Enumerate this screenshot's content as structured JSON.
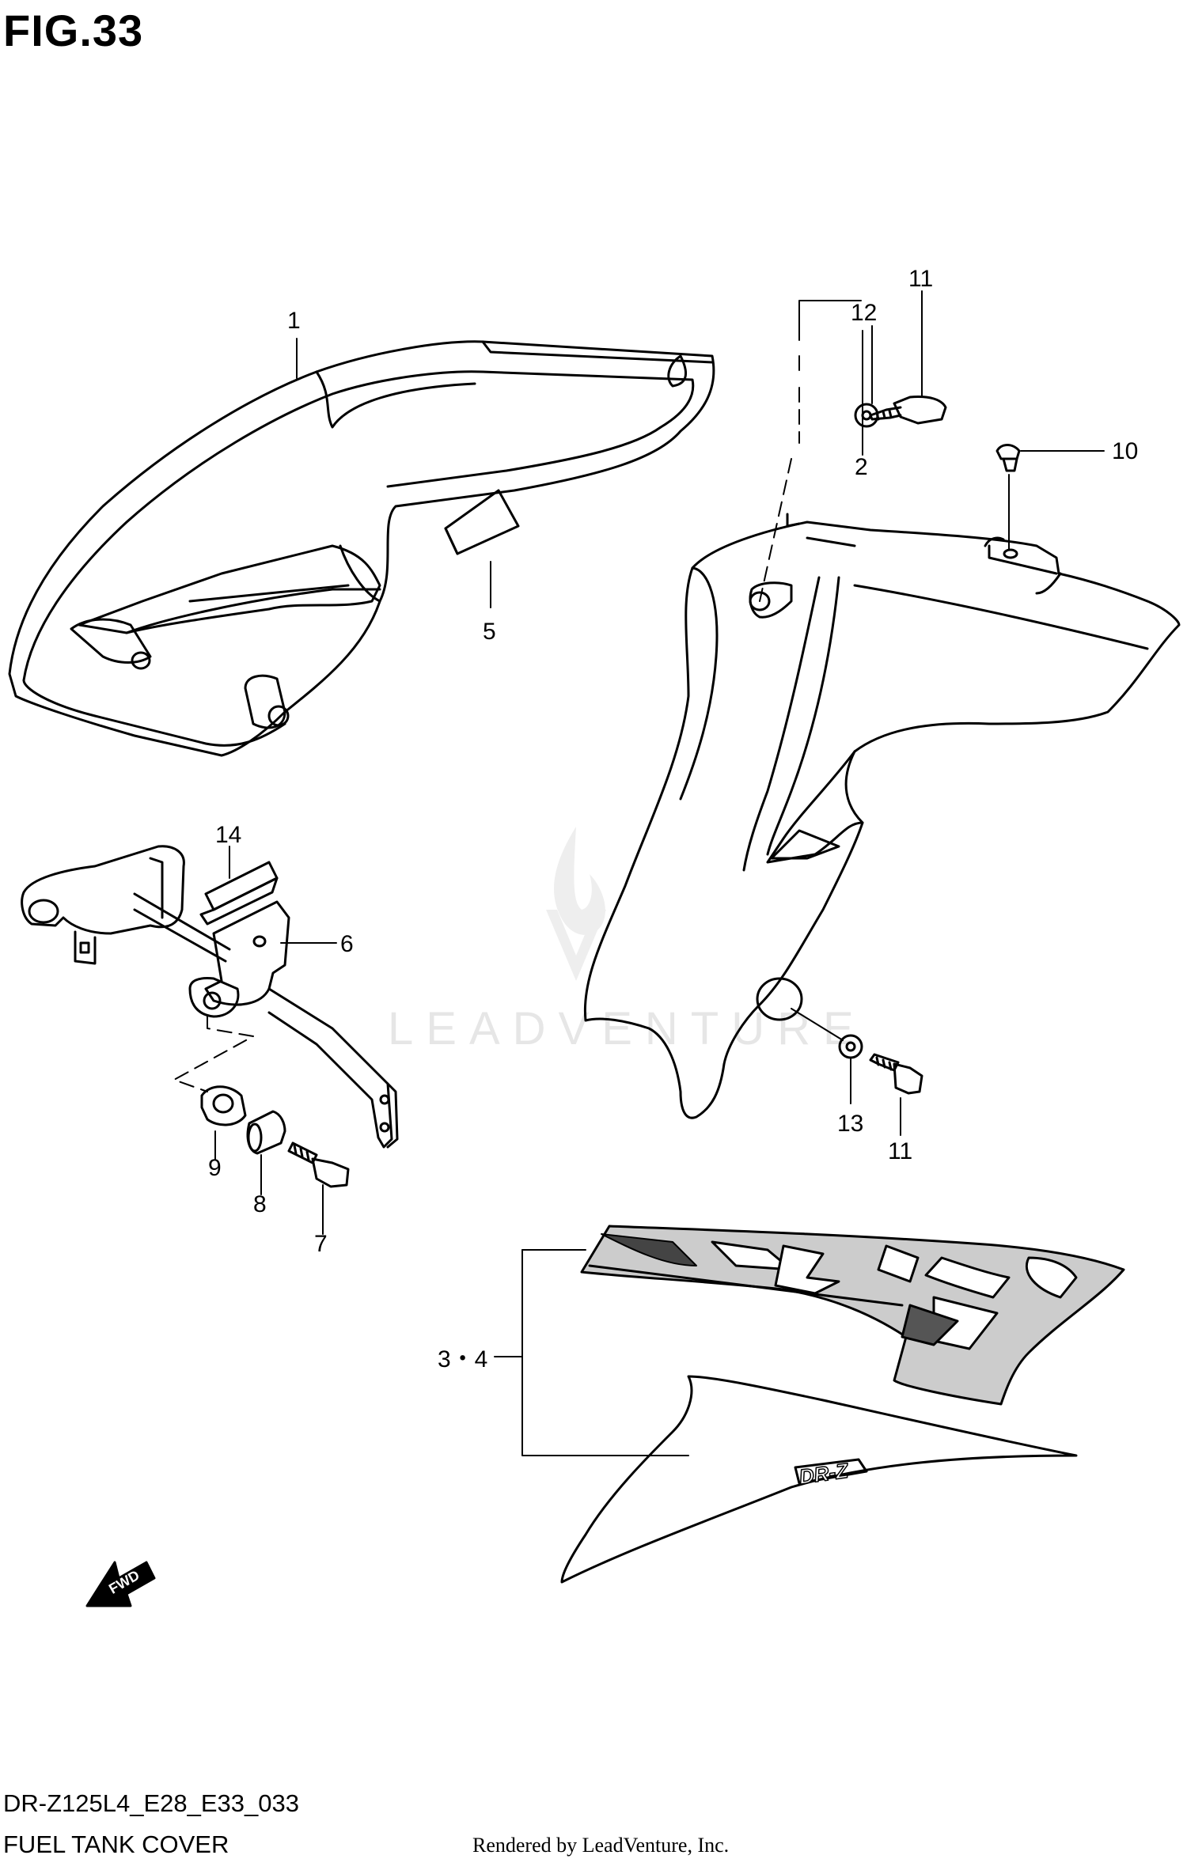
{
  "header": {
    "figure_label": "FIG.33"
  },
  "footer": {
    "model_code": "DR-Z125L4_E28_E33_033",
    "section_title": "FUEL TANK COVER",
    "rendered_by": "Rendered by LeadVenture, Inc."
  },
  "watermark": {
    "text": "LEADVENTURE"
  },
  "direction_marker": {
    "text": "FWD"
  },
  "decal_text": "DR-Z",
  "callouts": [
    {
      "id": "1",
      "label": "1"
    },
    {
      "id": "2",
      "label": "2"
    },
    {
      "id": "3-4",
      "label": "3・4"
    },
    {
      "id": "5",
      "label": "5"
    },
    {
      "id": "6",
      "label": "6"
    },
    {
      "id": "7",
      "label": "7"
    },
    {
      "id": "8",
      "label": "8"
    },
    {
      "id": "9",
      "label": "9"
    },
    {
      "id": "10",
      "label": "10"
    },
    {
      "id": "11a",
      "label": "11"
    },
    {
      "id": "11b",
      "label": "11"
    },
    {
      "id": "12",
      "label": "12"
    },
    {
      "id": "13",
      "label": "13"
    },
    {
      "id": "14",
      "label": "14"
    }
  ]
}
